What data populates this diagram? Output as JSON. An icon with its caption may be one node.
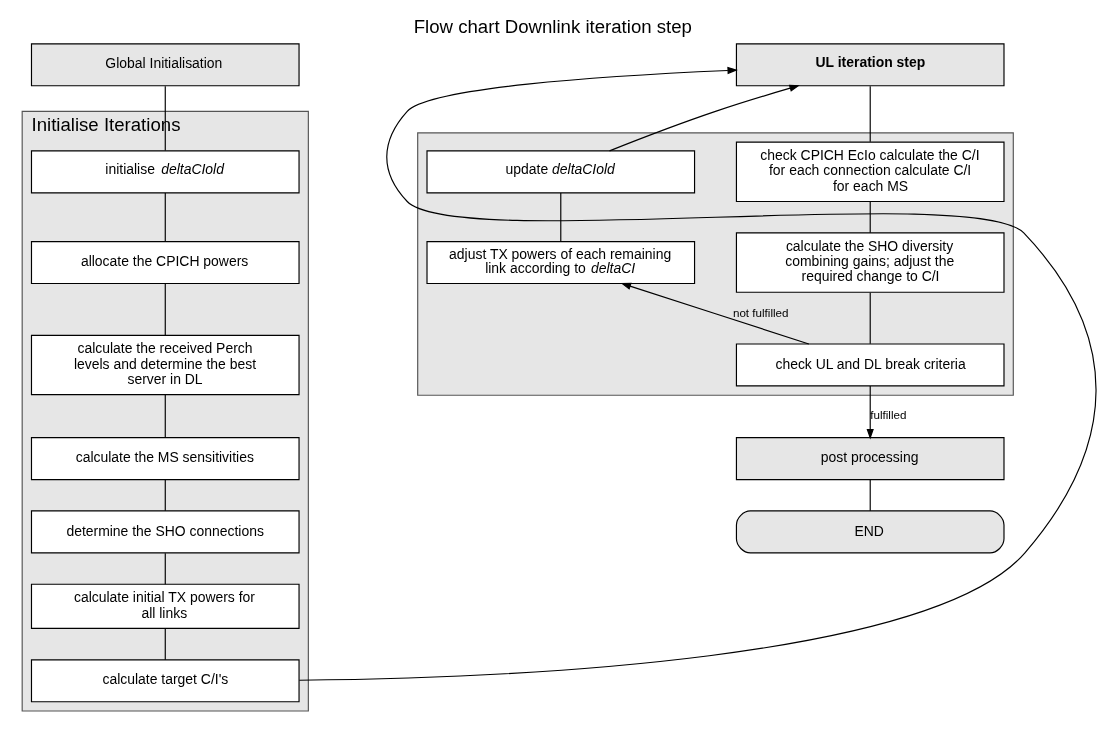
{
  "diagram": {
    "title": "Flow chart Downlink iteration step",
    "nodes": [
      {
        "text": [
          "Global Initialisation"
        ]
      },
      {
        "text": [
          "Initialise Iterations"
        ]
      },
      {
        "text": [
          "initialise *deltaCIold*"
        ],
        "in": 1
      },
      {
        "text": [
          "allocate the CPICH powers"
        ],
        "in": 1
      },
      {
        "text": [
          "calculate the received Perch levels and determine the best server in DL"
        ],
        "in": 1
      },
      {
        "text": [
          "calculate the MS sensitivities"
        ],
        "in": 1
      },
      {
        "text": [
          "determine the SHO connections"
        ],
        "in": 1
      },
      {
        "text": [
          "calculate initial TX powers for all links"
        ],
        "in": 1
      },
      {
        "text": [
          "calculate target C/I's"
        ],
        "in": 1
      },
      {
        "text": [
          "**UL iteration step**"
        ]
      },
      {
        "text": [],
        "shape": "box"
      },
      {
        "text": [
          "check CPICH EcIo calculate the C/I for each connection calculate C/I for each MS"
        ],
        "in": 10
      },
      {
        "text": [
          "calculate the SHO diversity combining gains; adjust the required change to C/I"
        ],
        "in": 10
      },
      {
        "text": [
          "check UL and DL break criteria"
        ],
        "in": 10
      },
      {
        "text": [
          "update *deltaCIold*"
        ],
        "in": 10
      },
      {
        "text": [
          "adjust TX powers of each remaining link according to *deltaCI*"
        ],
        "in": 10
      },
      {
        "text": [
          "post processing"
        ]
      },
      {
        "text": [
          "END"
        ]
      }
    ],
    "edges": [
      {
        "from": 0,
        "to": 2,
        "arrow": "none"
      },
      {
        "from": 2,
        "to": 3,
        "arrow": "none"
      },
      {
        "from": 3,
        "to": 4,
        "arrow": "none"
      },
      {
        "from": 4,
        "to": 5,
        "arrow": "none"
      },
      {
        "from": 5,
        "to": 6,
        "arrow": "none"
      },
      {
        "from": 6,
        "to": 7,
        "arrow": "none"
      },
      {
        "from": 7,
        "to": 8,
        "arrow": "none"
      },
      {
        "from": 8,
        "to": 9,
        "arrow": "to"
      },
      {
        "from": 14,
        "to": 9,
        "arrow": "to"
      },
      {
        "from": 9,
        "to": 11,
        "arrow": "none"
      },
      {
        "from": 11,
        "to": 12,
        "arrow": "none"
      },
      {
        "from": 12,
        "to": 13,
        "arrow": "none"
      },
      {
        "from": 13,
        "to": 15,
        "arrow": "to",
        "label": "not fulfilled"
      },
      {
        "from": 15,
        "to": 14,
        "arrow": "none"
      },
      {
        "from": 13,
        "to": 16,
        "arrow": "to",
        "label": "fulfilled"
      },
      {
        "from": 16,
        "to": 17,
        "arrow": "none"
      }
    ]
  }
}
